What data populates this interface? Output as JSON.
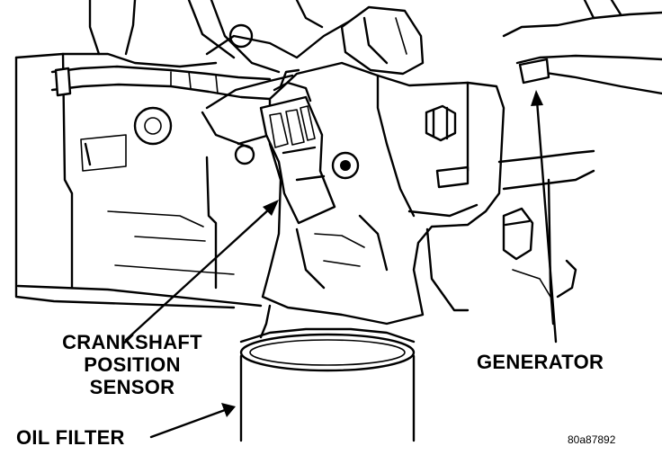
{
  "labels": {
    "crankshaft_line1": "CRANKSHAFT",
    "crankshaft_line2": "POSITION",
    "crankshaft_line3": "SENSOR",
    "generator": "GENERATOR",
    "oil_filter": "OIL FILTER"
  },
  "figure_id": "80a87892",
  "colors": {
    "ink": "#000000",
    "paper": "#ffffff"
  }
}
